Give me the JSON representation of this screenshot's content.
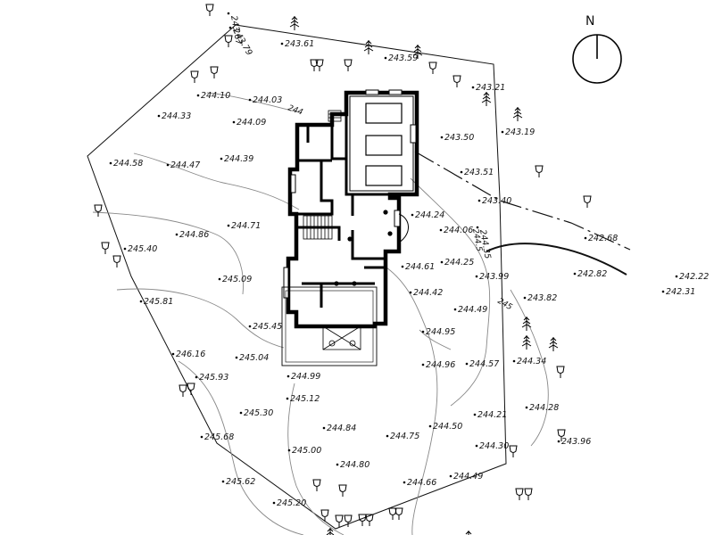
{
  "north_label": "N",
  "contour_labels": {
    "c244": "244",
    "c2445": "244.5",
    "c245": "245"
  },
  "spot_heights": [
    "243.67",
    "243.79",
    "243.61",
    "243.59",
    "243.21",
    "243.19",
    "243.50",
    "243.51",
    "243.40",
    "244.10",
    "244.03",
    "244.09",
    "244.33",
    "244.58",
    "244.47",
    "244.39",
    "244.86",
    "244.71",
    "245.40",
    "245.09",
    "245.81",
    "245.45",
    "245.04",
    "246.16",
    "245.93",
    "244.99",
    "245.12",
    "245.30",
    "245.68",
    "244.84",
    "244.75",
    "244.50",
    "245.00",
    "244.80",
    "245.62",
    "245.20",
    "244.66",
    "244.49",
    "244.24",
    "244.06",
    "244.35",
    "244.25",
    "244.61",
    "244.42",
    "243.99",
    "242.68",
    "242.82",
    "242.22",
    "242.31",
    "243.82",
    "244.49",
    "244.95",
    "244.96",
    "244.57",
    "244.34",
    "244.28",
    "244.21",
    "243.96",
    "244.30"
  ]
}
